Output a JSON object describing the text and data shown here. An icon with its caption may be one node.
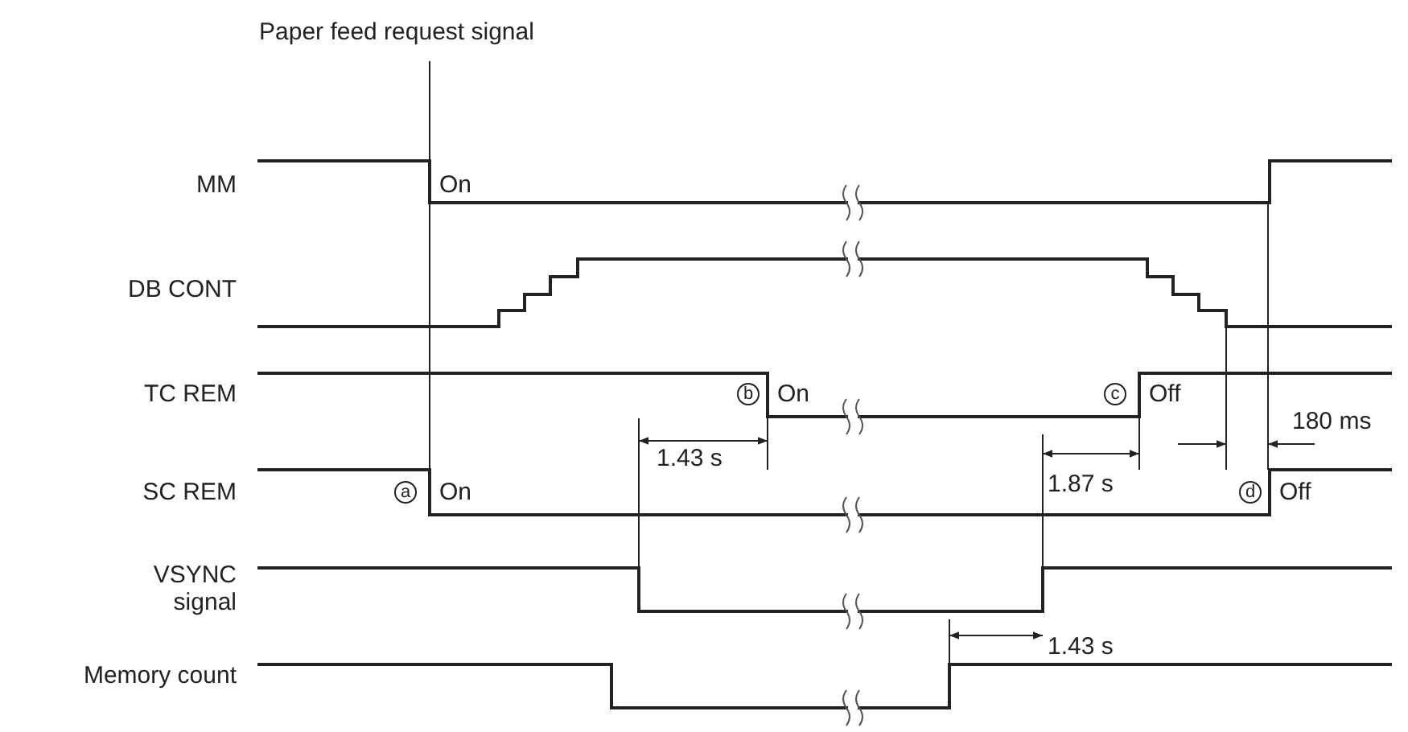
{
  "diagram": {
    "labels": [
      "Paper feed request signal",
      "MM",
      "On",
      "DB CONT",
      "TC REM",
      "b",
      "On",
      "c",
      "Off",
      "1.43 s",
      "1.87 s",
      "180 ms",
      "SC REM",
      "a",
      "On",
      "d",
      "Off",
      "VSYNC signal",
      "1.43 s",
      "Memory count"
    ]
  }
}
